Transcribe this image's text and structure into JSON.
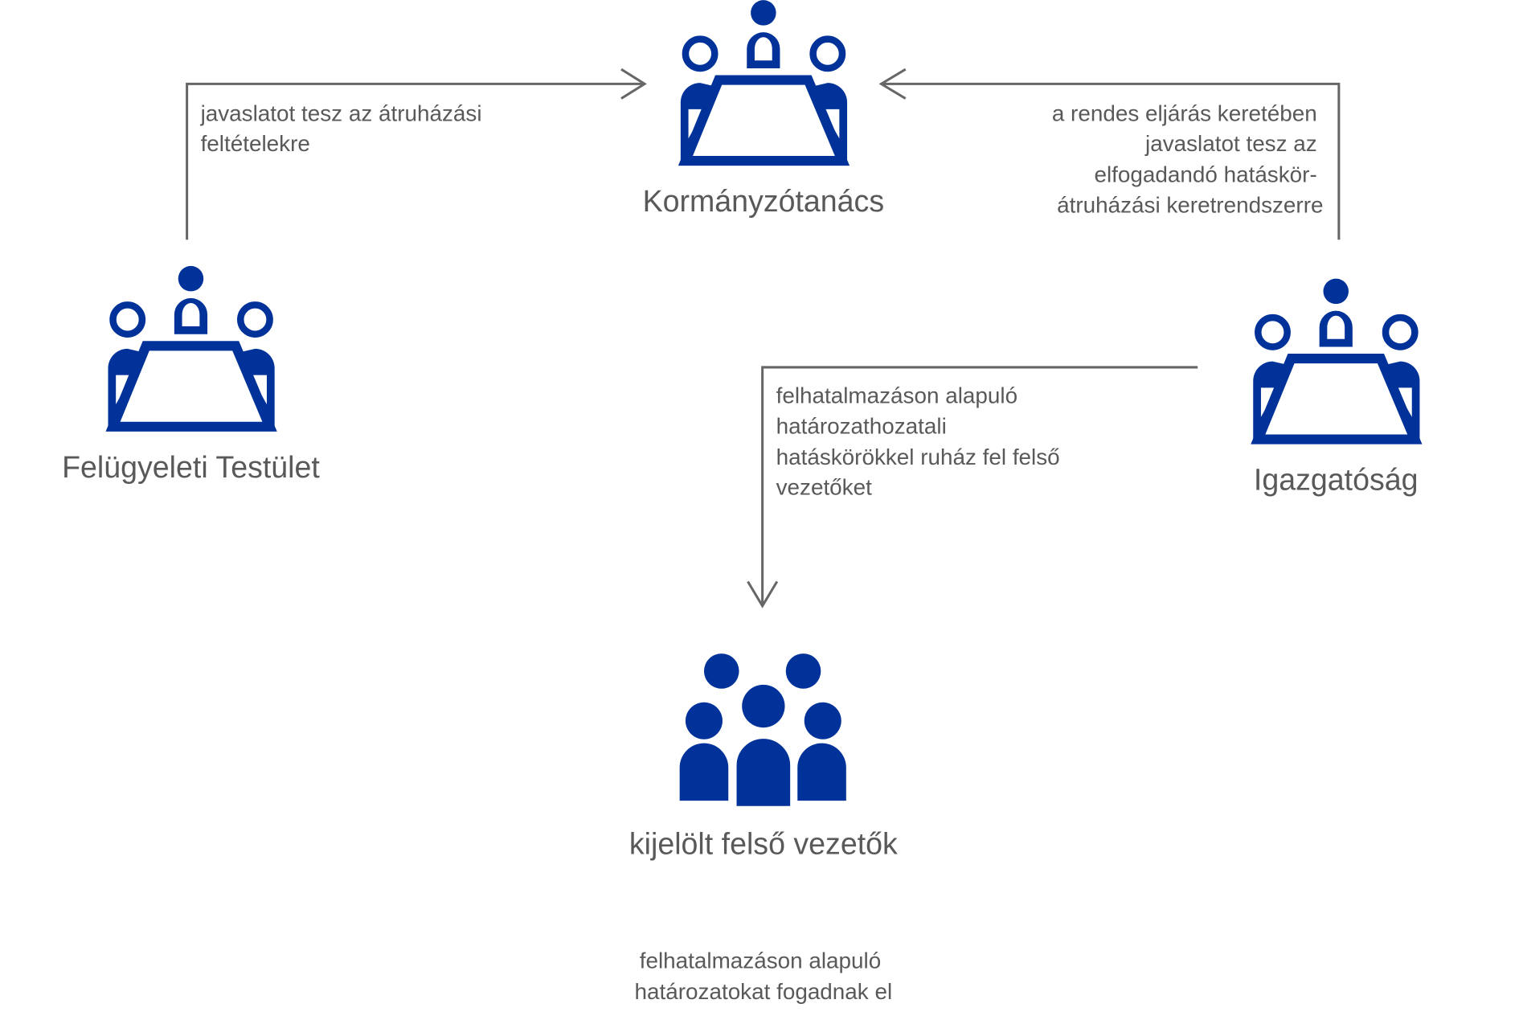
{
  "colors": {
    "icon": "#003299",
    "text": "#595959",
    "line": "#666666"
  },
  "nodes": {
    "governing_council": "Kormányzótanács",
    "supervisory_board": "Felügyeleti Testület",
    "executive_board": "Igazgatóság",
    "senior_managers": "kijelölt felső vezetők"
  },
  "edges": {
    "supervisory_to_council": [
      "javaslatot tesz az átruházási",
      "feltételekre"
    ],
    "executive_to_council": [
      "a rendes eljárás keretében",
      "javaslatot tesz az",
      "elfogadandó hatáskör-",
      "átruházási keretrendszerre"
    ],
    "executive_to_managers": [
      "felhatalmazáson alapuló",
      "határozathozatali",
      "hatáskörökkel ruház fel felső",
      "vezetőket"
    ],
    "managers_note": [
      "felhatalmazáson alapuló",
      "határozatokat fogadnak el"
    ]
  }
}
